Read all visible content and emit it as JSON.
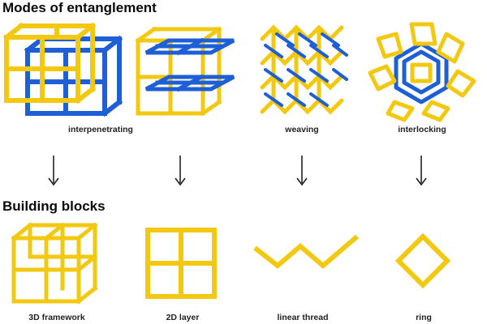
{
  "sections": {
    "modes_heading": "Modes of entanglement",
    "blocks_heading": "Building blocks"
  },
  "modes": [
    {
      "caption": "interpenetrating"
    },
    {
      "caption": "weaving"
    },
    {
      "caption": "interlocking"
    }
  ],
  "blocks": [
    {
      "caption": "3D framework"
    },
    {
      "caption": "2D layer"
    },
    {
      "caption": "linear thread"
    },
    {
      "caption": "ring"
    }
  ],
  "colors": {
    "gold": "#f2c811",
    "gold_dark": "#b8920a",
    "blue": "#1f5fd6",
    "blue_dark": "#0f3a96",
    "arrow": "#222222"
  }
}
